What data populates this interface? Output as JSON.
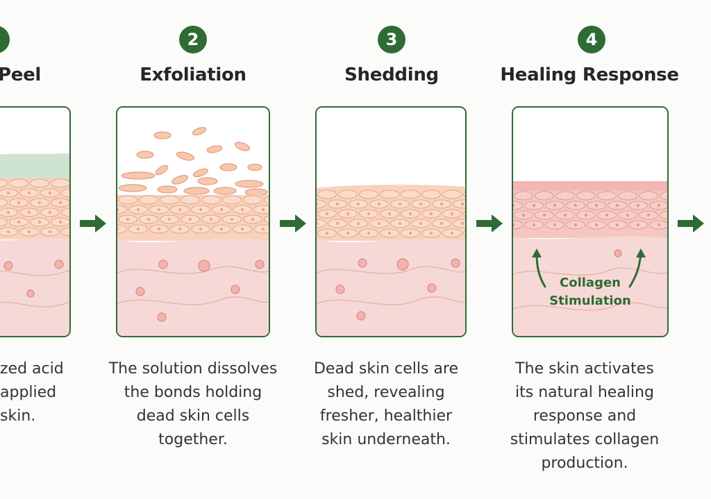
{
  "steps": [
    {
      "number": "",
      "title": "Peel",
      "description": [
        "zed acid",
        "applied",
        "skin."
      ]
    },
    {
      "number": "2",
      "title": "Exfoliation",
      "description": [
        "The solution dissolves",
        "the bonds holding",
        "dead skin cells",
        "together."
      ]
    },
    {
      "number": "3",
      "title": "Shedding",
      "description": [
        "Dead skin cells are",
        "shed, revealing",
        "fresher, healthier",
        "skin underneath."
      ]
    },
    {
      "number": "4",
      "title": "Healing Response",
      "description": [
        "The skin activates",
        "its natural healing",
        "response and",
        "stimulates collagen",
        "production."
      ]
    }
  ],
  "collagen_label": [
    "Collagen",
    "Stimulation"
  ],
  "colors": {
    "accent": "#2f6b35",
    "dermis": "#f6d9d6",
    "epidermis": "#f8d2bd",
    "cell_outline": "#e0a58c",
    "solution": "#cfe3d2"
  }
}
